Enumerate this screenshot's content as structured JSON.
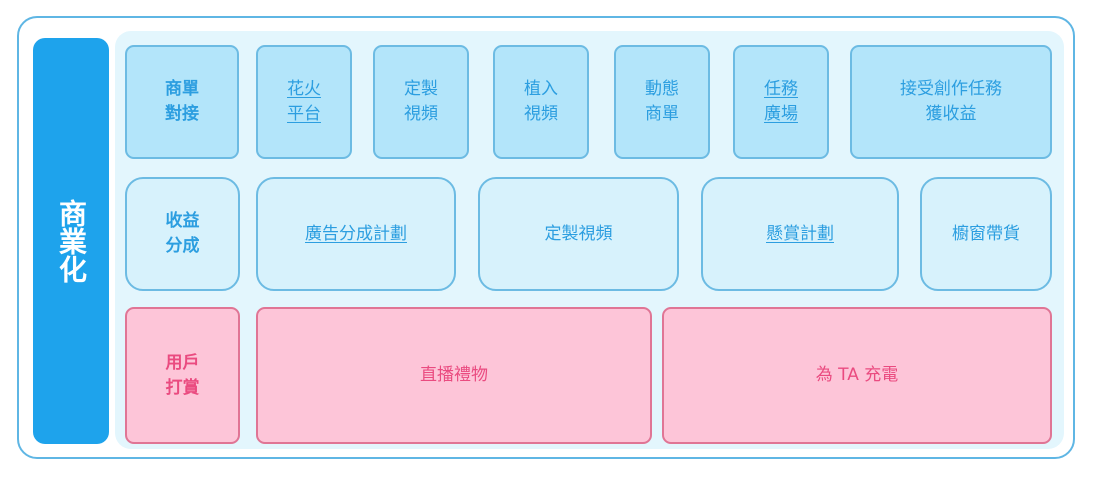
{
  "title": "商業化",
  "colors": {
    "frame_border": "#5fb6e4",
    "sidebar_bg": "#1ea3ec",
    "panel_bg": "#e3f6fd",
    "blue_box_bg": "#b3e5fa",
    "light_box_bg": "#d7f2fc",
    "blue_text": "#2c9ee0",
    "pink_box_bg": "#fdc5d8",
    "pink_border": "#e07595",
    "pink_text": "#ea4b80"
  },
  "rows": [
    {
      "header": "商單\n對接",
      "items": [
        {
          "label": "花火\n平台",
          "link": true
        },
        {
          "label": "定製\n視頻",
          "link": false
        },
        {
          "label": "植入\n視頻",
          "link": false
        },
        {
          "label": "動態\n商單",
          "link": false
        },
        {
          "label": "任務\n廣場",
          "link": true
        },
        {
          "label": "接受創作任務\n獲收益",
          "link": false
        }
      ]
    },
    {
      "header": "收益\n分成",
      "items": [
        {
          "label": "廣告分成計劃",
          "link": true
        },
        {
          "label": "定製視頻",
          "link": false
        },
        {
          "label": "懸賞計劃",
          "link": true
        },
        {
          "label": "櫥窗帶貨",
          "link": false
        }
      ]
    },
    {
      "header": "用戶\n打賞",
      "items": [
        {
          "label": "直播禮物",
          "link": false
        },
        {
          "label": "為 TA 充電",
          "link": false
        }
      ]
    }
  ]
}
